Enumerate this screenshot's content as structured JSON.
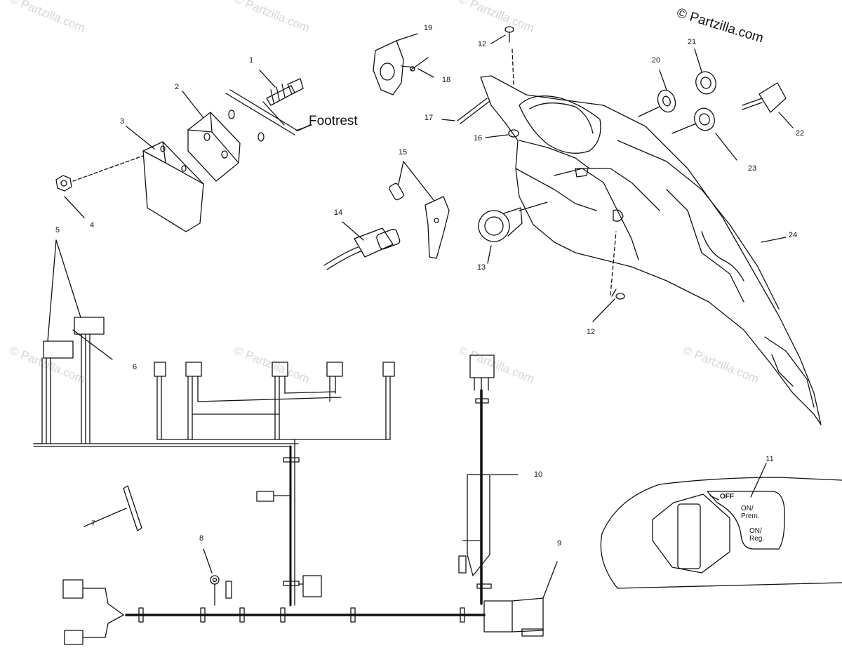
{
  "watermark": "© Partzilla.com",
  "copyright": "© Partzilla.com",
  "labels": {
    "footrest": "Footrest",
    "switch_off": "OFF",
    "switch_on_prem": "ON/\nPrem.",
    "switch_on_reg": "ON/\nReg."
  },
  "callouts": {
    "c1": "1",
    "c2": "2",
    "c3": "3",
    "c4": "4",
    "c5": "5",
    "c6": "6",
    "c7": "7",
    "c8": "8",
    "c9": "9",
    "c10": "10",
    "c11": "11",
    "c12a": "12",
    "c12b": "12",
    "c13": "13",
    "c14": "14",
    "c15": "15",
    "c16": "16",
    "c17": "17",
    "c18": "18",
    "c19": "19",
    "c20": "20",
    "c21": "21",
    "c22": "22",
    "c23": "23",
    "c24": "24"
  }
}
